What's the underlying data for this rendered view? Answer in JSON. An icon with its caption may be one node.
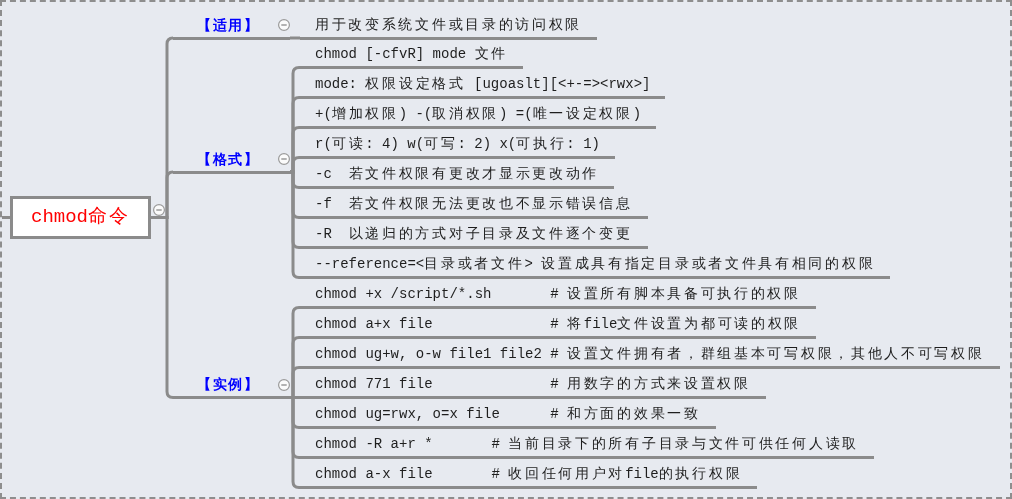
{
  "diagram": {
    "nodes": [
      {
        "text": [
          "chmod命令"
        ]
      },
      {
        "text": [
          "【适用】"
        ]
      },
      {
        "text": [
          "用于改变系统文件或目录的访问权限"
        ]
      },
      {
        "text": [
          "【格式】"
        ]
      },
      {
        "text": [
          "chmod [-cfvR] mode 文件"
        ]
      },
      {
        "text": [
          "mode: 权限设定格式 [ugoaslt][<+-=><rwx>]"
        ]
      },
      {
        "text": [
          "+(增加权限) -(取消权限) =(唯一设定权限)"
        ]
      },
      {
        "text": [
          "r(可读: 4) w(可写: 2) x(可执行: 1)"
        ]
      },
      {
        "text": [
          "-c  若文件权限有更改才显示更改动作"
        ]
      },
      {
        "text": [
          "-f  若文件权限无法更改也不显示错误信息"
        ]
      },
      {
        "text": [
          "-R  以递归的方式对子目录及文件逐个变更"
        ]
      },
      {
        "text": [
          "--reference=<目录或者文件> 设置成具有指定目录或者文件具有相同的权限"
        ]
      },
      {
        "text": [
          "【实例】"
        ]
      },
      {
        "text": [
          "chmod +x /script/*.sh       # 设置所有脚本具备可执行的权限"
        ]
      },
      {
        "text": [
          "chmod a+x file              # 将file文件设置为都可读的权限"
        ]
      },
      {
        "text": [
          "chmod ug+w, o-w file1 file2 # 设置文件拥有者，群组基本可写权限，其他人不可写权限"
        ]
      },
      {
        "text": [
          "chmod 771 file              # 用数字的方式来设置权限"
        ]
      },
      {
        "text": [
          "chmod ug=rwx, o=x file      # 和方面的效果一致"
        ]
      },
      {
        "text": [
          "chmod -R a+r *       # 当前目录下的所有子目录与文件可供任何人读取"
        ]
      },
      {
        "text": [
          "chmod a-x file       # 收回任何用户对file的执行权限"
        ]
      }
    ],
    "edges": [
      {
        "from": null,
        "to": 0,
        "arrow": "none"
      },
      {
        "from": 0,
        "to": 1,
        "arrow": "none"
      },
      {
        "from": 1,
        "to": 2,
        "arrow": "none"
      },
      {
        "from": 0,
        "to": 3,
        "arrow": "none"
      },
      {
        "from": 3,
        "to": 4,
        "arrow": "none"
      },
      {
        "from": 3,
        "to": 5,
        "arrow": "none"
      },
      {
        "from": 3,
        "to": 6,
        "arrow": "none"
      },
      {
        "from": 3,
        "to": 7,
        "arrow": "none"
      },
      {
        "from": 3,
        "to": 8,
        "arrow": "none"
      },
      {
        "from": 3,
        "to": 9,
        "arrow": "none"
      },
      {
        "from": 3,
        "to": 10,
        "arrow": "none"
      },
      {
        "from": 3,
        "to": 11,
        "arrow": "none"
      },
      {
        "from": 0,
        "to": 12,
        "arrow": "none"
      },
      {
        "from": 12,
        "to": 13,
        "arrow": "none"
      },
      {
        "from": 12,
        "to": 14,
        "arrow": "none"
      },
      {
        "from": 12,
        "to": 15,
        "arrow": "none"
      },
      {
        "from": 12,
        "to": 16,
        "arrow": "none"
      },
      {
        "from": 12,
        "to": 17,
        "arrow": "none"
      },
      {
        "from": 12,
        "to": 18,
        "arrow": "none"
      },
      {
        "from": 12,
        "to": 19,
        "arrow": "none"
      }
    ]
  }
}
